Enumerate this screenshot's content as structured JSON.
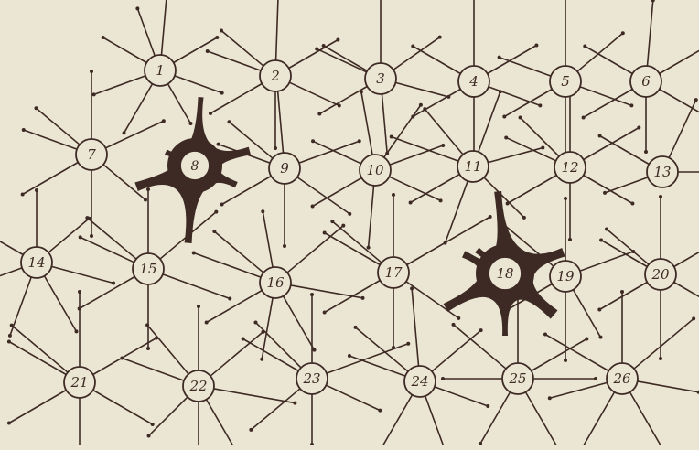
{
  "colors": {
    "background": "#ebe6d4",
    "ink": "#3e2a24",
    "node_fill": "#ebe6d4"
  },
  "diagram": {
    "description_kind": "network of numbered neuron-like cells with radiating processes",
    "highlighted_cells": [
      "8",
      "18"
    ],
    "cells": [
      {
        "label": "1"
      },
      {
        "label": "2"
      },
      {
        "label": "3"
      },
      {
        "label": "4"
      },
      {
        "label": "5"
      },
      {
        "label": "6"
      },
      {
        "label": "7"
      },
      {
        "label": "8"
      },
      {
        "label": "9"
      },
      {
        "label": "10"
      },
      {
        "label": "11"
      },
      {
        "label": "12"
      },
      {
        "label": "13"
      },
      {
        "label": "14"
      },
      {
        "label": "15"
      },
      {
        "label": "16"
      },
      {
        "label": "17"
      },
      {
        "label": "18"
      },
      {
        "label": "19"
      },
      {
        "label": "20"
      },
      {
        "label": "21"
      },
      {
        "label": "22"
      },
      {
        "label": "23"
      },
      {
        "label": "24"
      },
      {
        "label": "25"
      },
      {
        "label": "26"
      }
    ]
  }
}
